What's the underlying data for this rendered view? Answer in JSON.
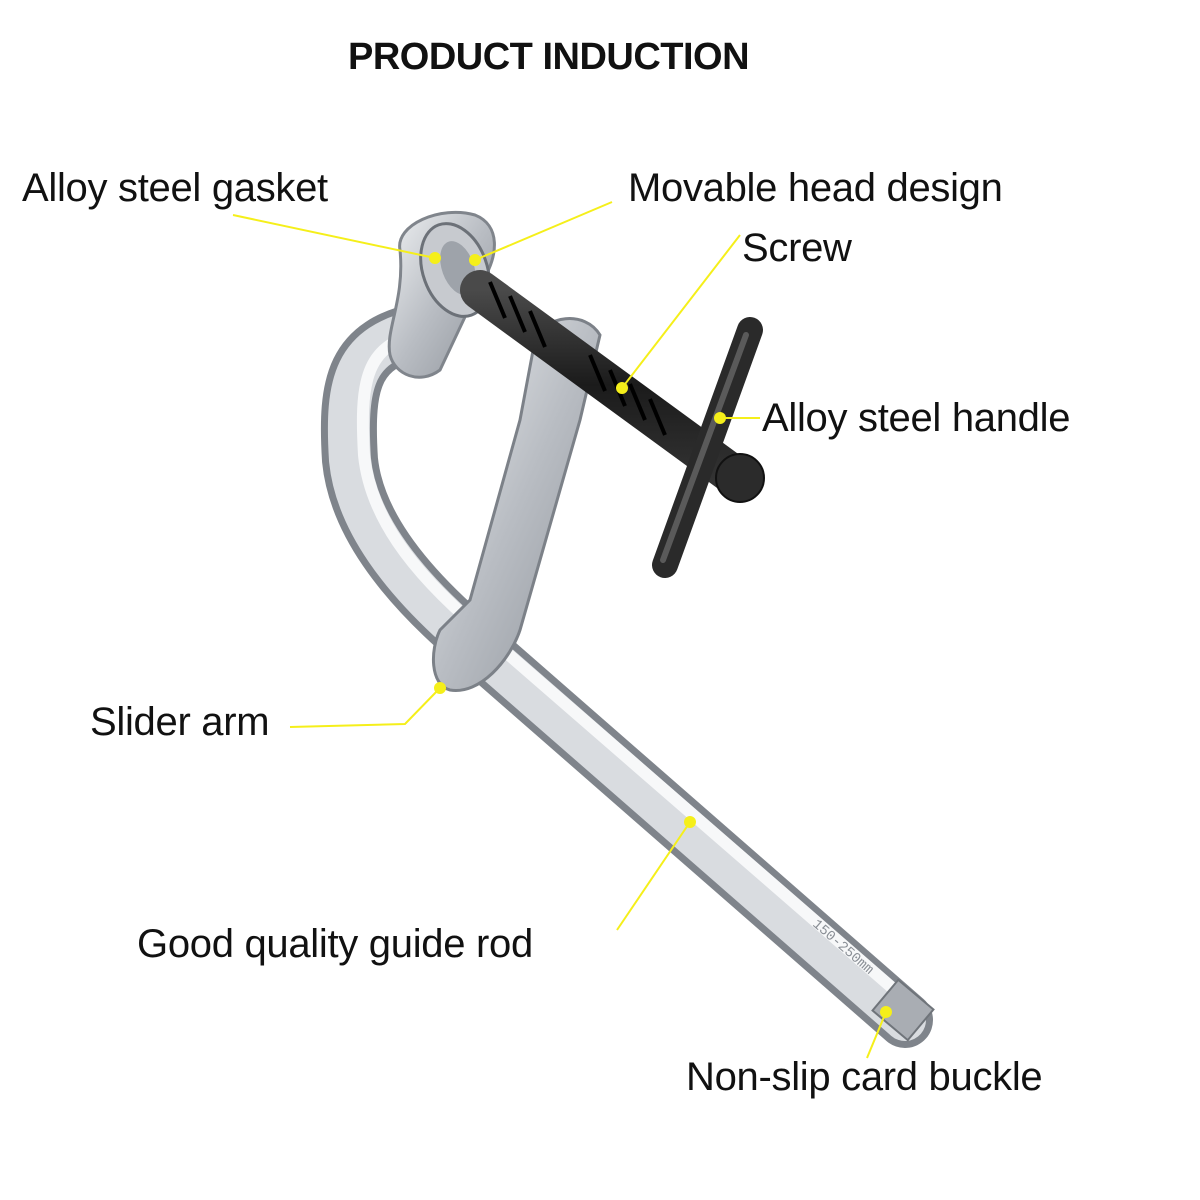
{
  "title": "PRODUCT INDUCTION",
  "colors": {
    "accent": "#f5ef1a",
    "text": "#111111",
    "steel": "#c9ccd1",
    "screw": "#1c1c1c"
  },
  "labels": {
    "gasket": "Alloy steel gasket",
    "movable_head": "Movable head design",
    "screw": "Screw",
    "handle": "Alloy steel handle",
    "slider_arm": "Slider arm",
    "guide_rod": "Good quality guide rod",
    "card_buckle": "Non-slip card buckle"
  },
  "rod_marking": "150-250mm"
}
